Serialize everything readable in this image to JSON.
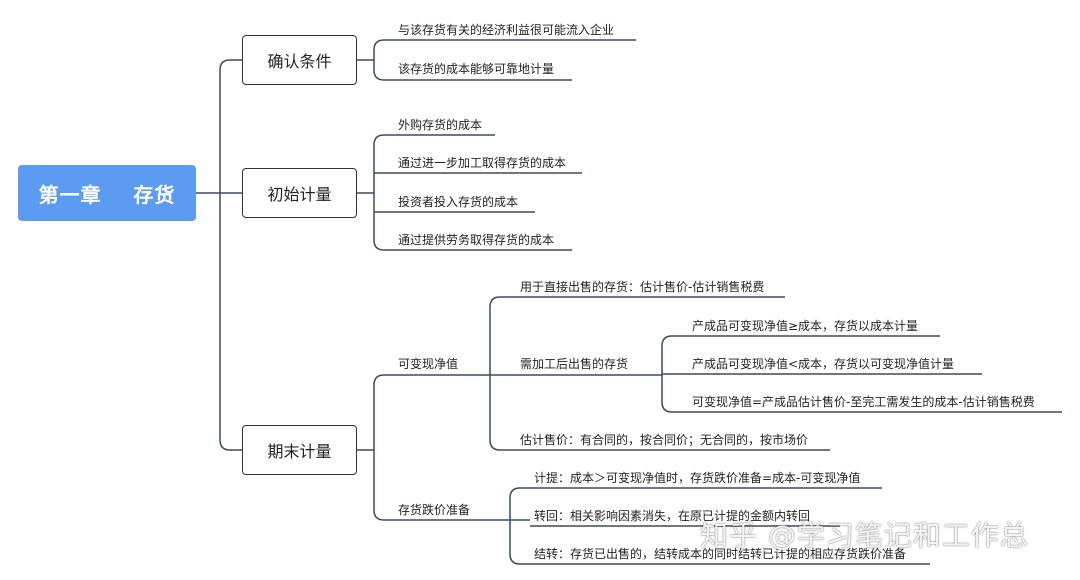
{
  "root": {
    "label": "第一章    存货"
  },
  "branches": {
    "b1": {
      "label": "确认条件",
      "items": [
        "与该存货有关的经济利益很可能流入企业",
        "该存货的成本能够可靠地计量"
      ]
    },
    "b2": {
      "label": "初始计量",
      "items": [
        "外购存货的成本",
        "通过进一步加工取得存货的成本",
        "投资者投入存货的成本",
        "通过提供劳务取得存货的成本"
      ]
    },
    "b3": {
      "label": "期末计量",
      "nrv": {
        "label": "可变现净值",
        "direct": "用于直接出售的存货：估计售价-估计销售税费",
        "processed": {
          "label": "需加工后出售的存货",
          "items": [
            "产成品可变现净值≥成本，存货以成本计量",
            "产成品可变现净值<成本，存货以可变现净值计量",
            "可变现净值=产成品估计售价-至完工需发生的成本-估计销售税费"
          ]
        },
        "price": "估计售价：有合同的，按合同价；无合同的，按市场价"
      },
      "provision": {
        "label": "存货跌价准备",
        "items": [
          "计提：成本＞可变现净值时，存货跌价准备=成本-可变现净值",
          "转回：相关影响因素消失，在原已计提的金额内转回",
          "结转：存货已出售的，结转成本的同时结转已计提的相应存货跌价准备"
        ]
      }
    }
  },
  "watermark": "知乎 @学习笔记和工作总",
  "colors": {
    "root_fill": "#5b9bf2",
    "line": "#3b4a60",
    "leaf_underline": "#3b4a60"
  }
}
